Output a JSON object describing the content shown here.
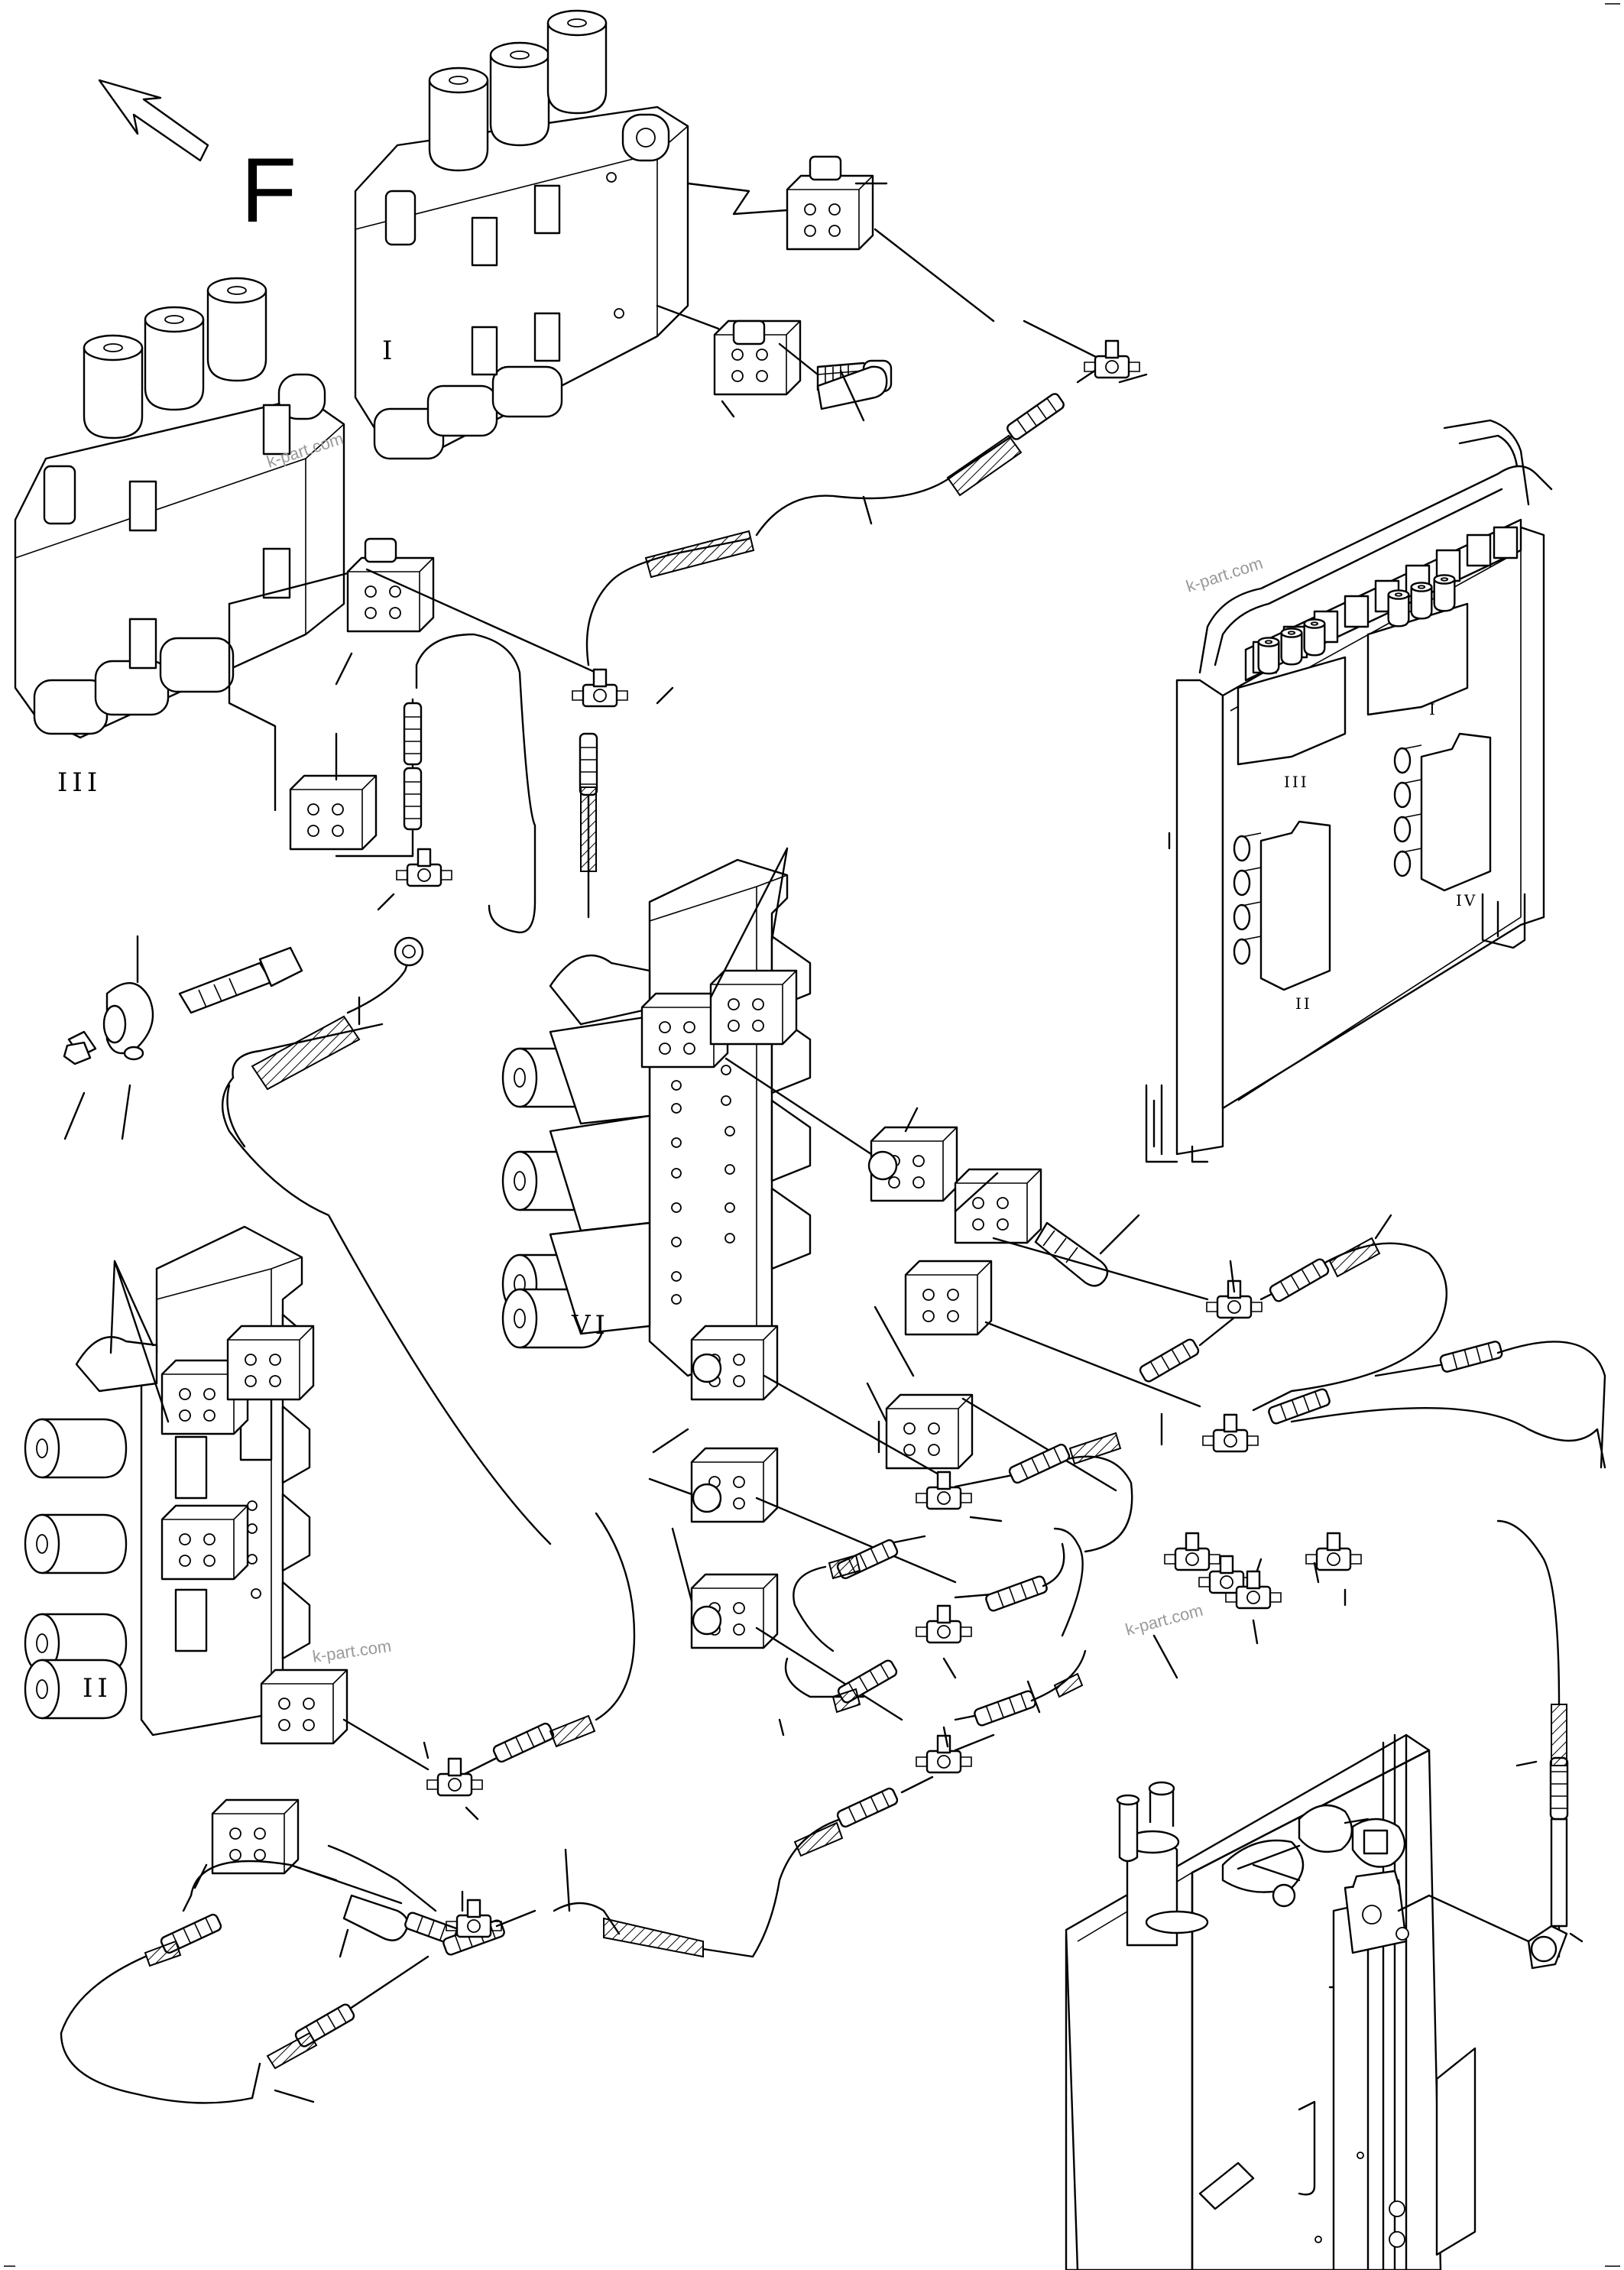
{
  "direction_label": "F",
  "valve_labels": {
    "upper_right": "I",
    "upper_left": "III",
    "center": "VI",
    "lower_left": "II"
  },
  "inset_labels": {
    "left_upper": "III",
    "right_upper": "I",
    "left_lower": "II",
    "right_lower": "IV"
  },
  "watermark": "k-part.com"
}
